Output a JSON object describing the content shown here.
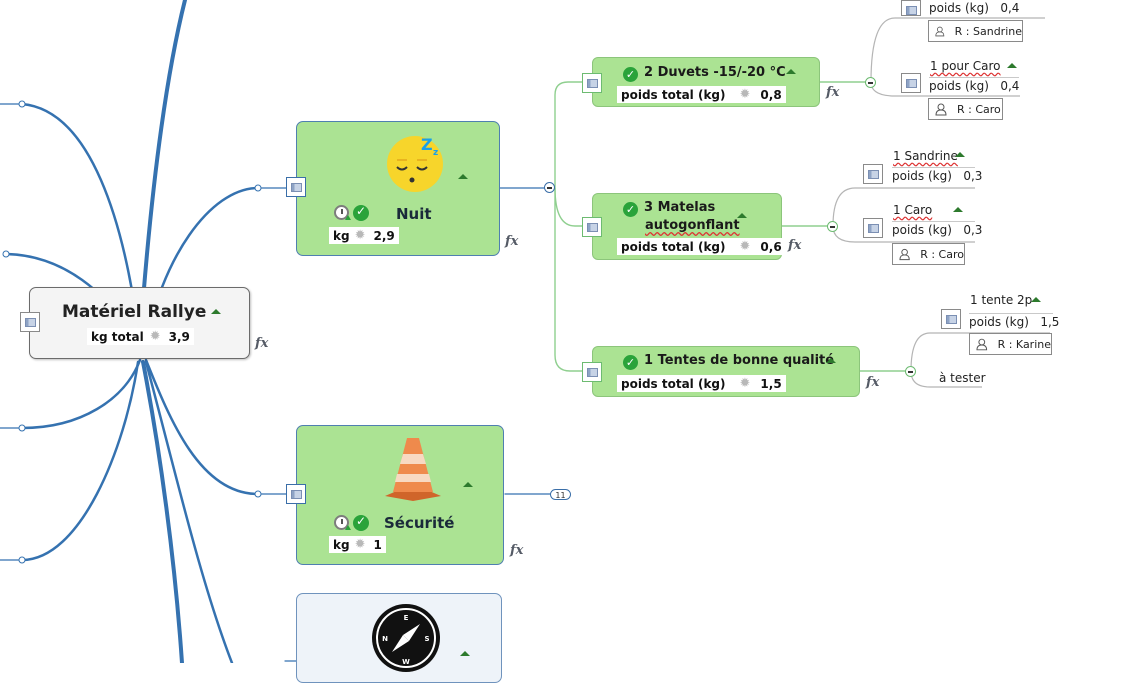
{
  "root": {
    "title": "Matériel Rallye",
    "property": {
      "label": "kg total",
      "value": "3,9"
    },
    "fx": "fx"
  },
  "main_topics": [
    {
      "title": "Nuit",
      "image": "sleeping-face-icon",
      "property": {
        "label": "kg",
        "value": "2,9"
      },
      "fx": "fx",
      "collapsed": false
    },
    {
      "title": "Sécurité",
      "image": "traffic-cone-icon",
      "property": {
        "label": "kg",
        "value": "1"
      },
      "fx": "fx",
      "collapsed": true,
      "hidden_count": "11"
    },
    {
      "title": "",
      "image": "compass-icon",
      "compass_letters": [
        "E",
        "N",
        "S",
        "W"
      ]
    }
  ],
  "subtopics": [
    {
      "title": "2 Duvets -15/-20 °C",
      "property": {
        "label": "poids total (kg)",
        "value": "0,8"
      },
      "fx": "fx",
      "children": [
        {
          "label": "",
          "weight_label": "poids (kg)",
          "weight": "0,4",
          "responsible": "R : Sandrine"
        },
        {
          "label": "1 pour Caro",
          "weight_label": "poids (kg)",
          "weight": "0,4",
          "responsible": "R : Caro"
        }
      ]
    },
    {
      "title_line1": "3 Matelas",
      "title_line2": "autogonflant",
      "property": {
        "label": "poids total (kg)",
        "value": "0,6"
      },
      "fx": "fx",
      "children": [
        {
          "label": "1 Sandrine",
          "weight_label": "poids (kg)",
          "weight": "0,3"
        },
        {
          "label": "1 Caro",
          "weight_label": "poids (kg)",
          "weight": "0,3",
          "responsible": "R : Caro"
        }
      ]
    },
    {
      "title": "1 Tentes de bonne qualité",
      "property": {
        "label": "poids total (kg)",
        "value": "1,5"
      },
      "fx": "fx",
      "children": [
        {
          "label": "1 tente 2p",
          "weight_label": "poids (kg)",
          "weight": "1,5",
          "responsible": "R : Karine"
        },
        {
          "label": "à tester"
        }
      ]
    }
  ],
  "colors": {
    "main_line": "#3572b0",
    "sub_line": "#8fcf8f",
    "topic_green": "#abe393",
    "root_bg": "#f4f4f4"
  }
}
